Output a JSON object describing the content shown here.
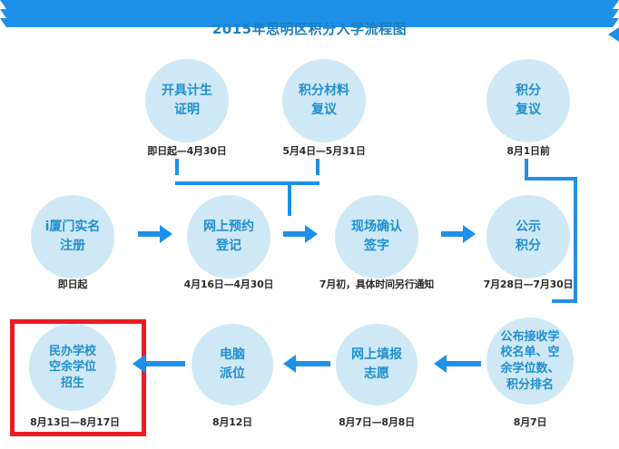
{
  "title": "2015年思明区积分入学流程图",
  "colors": {
    "title": "#1a7fc1",
    "circle_fill": "#cfe8f6",
    "circle_text": "#1f8fd0",
    "arrow": "#1e90e8",
    "date_text": "#2b2b2b",
    "highlight_border": "#ed1c24"
  },
  "nodes": [
    {
      "id": "kaiju-jisheng",
      "lines": [
        "开具计生",
        "证明"
      ],
      "date": "即日起—4月30日",
      "row": 1
    },
    {
      "id": "jifen-cailiao-fuyi",
      "lines": [
        "积分材料",
        "复议"
      ],
      "date": "5月4日—5月31日",
      "row": 1
    },
    {
      "id": "jifen-fuyi",
      "lines": [
        "积分",
        "复议"
      ],
      "date": "8月1日前",
      "row": 1
    },
    {
      "id": "ixiamen-shiming-zhuce",
      "lines": [
        "i厦门实名",
        "注册"
      ],
      "date": "即日起",
      "row": 2
    },
    {
      "id": "wangshang-yuyue-dengji",
      "lines": [
        "网上预约",
        "登记"
      ],
      "date": "4月16日—4月30日",
      "row": 2
    },
    {
      "id": "xianchang-queren-qianzi",
      "lines": [
        "现场确认",
        "签字"
      ],
      "date": "7月初，具体时间另行通知",
      "row": 2
    },
    {
      "id": "gongshi-jifen",
      "lines": [
        "公示",
        "积分"
      ],
      "date": "7月28日—7月30日",
      "row": 2
    },
    {
      "id": "minban-xuexiao-zhaosheng",
      "lines": [
        "民办学校",
        "空余学位",
        "招生"
      ],
      "date": "8月13日—8月17日",
      "row": 3,
      "highlighted": true
    },
    {
      "id": "diannao-paiwei",
      "lines": [
        "电脑",
        "派位"
      ],
      "date": "8月12日",
      "row": 3
    },
    {
      "id": "wangshang-tianbao-zhiyuan",
      "lines": [
        "网上填报",
        "志愿"
      ],
      "date": "8月7日—8月8日",
      "row": 3
    },
    {
      "id": "gongbu-jieshou-xuexiao",
      "lines": [
        "公布接收学",
        "校名单、空",
        "余学位数、",
        "积分排名"
      ],
      "date": "8月7日",
      "row": 3
    }
  ]
}
